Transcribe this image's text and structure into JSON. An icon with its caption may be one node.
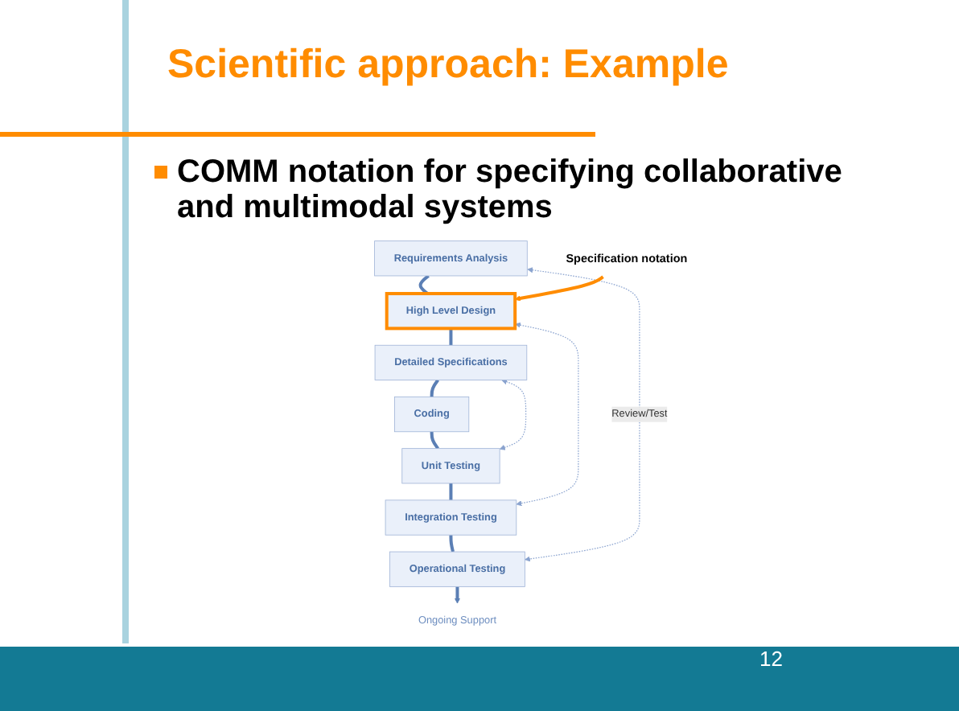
{
  "diagram": {
    "title": "Scientific approach: Example",
    "nodes": [
      {
        "text": [
          "Requirements Analysis"
        ]
      },
      {
        "text": [
          "High Level Design"
        ]
      },
      {
        "text": [
          "Detailed Specifications"
        ]
      },
      {
        "text": [
          "Coding"
        ]
      },
      {
        "text": [
          "Unit Testing"
        ]
      },
      {
        "text": [
          "Integration Testing"
        ]
      },
      {
        "text": [
          "Operational Testing"
        ]
      },
      {
        "text": [
          "Ongoing Support"
        ]
      },
      {
        "text": [
          "Specification notation"
        ]
      }
    ],
    "edges": [
      {
        "from": 0,
        "to": 1,
        "arrow": "none"
      },
      {
        "from": 1,
        "to": 2,
        "arrow": "none"
      },
      {
        "from": 2,
        "to": 3,
        "arrow": "none"
      },
      {
        "from": 3,
        "to": 4,
        "arrow": "none"
      },
      {
        "from": 4,
        "to": 5,
        "arrow": "none"
      },
      {
        "from": 5,
        "to": 6,
        "arrow": "none"
      },
      {
        "from": 6,
        "to": 7,
        "arrow": "to"
      },
      {
        "from": 0,
        "to": 6,
        "arrow": "both",
        "style": "dashed",
        "label": "Review/Test"
      },
      {
        "from": 1,
        "to": 5,
        "arrow": "both",
        "style": "dashed"
      },
      {
        "from": 2,
        "to": 4,
        "arrow": "both",
        "style": "dashed"
      },
      {
        "from": 8,
        "to": 1,
        "arrow": "to",
        "color": "#ff8c00"
      }
    ],
    "labels": [
      "COMM notation for specifying collaborative and multimodal systems",
      "12"
    ]
  }
}
